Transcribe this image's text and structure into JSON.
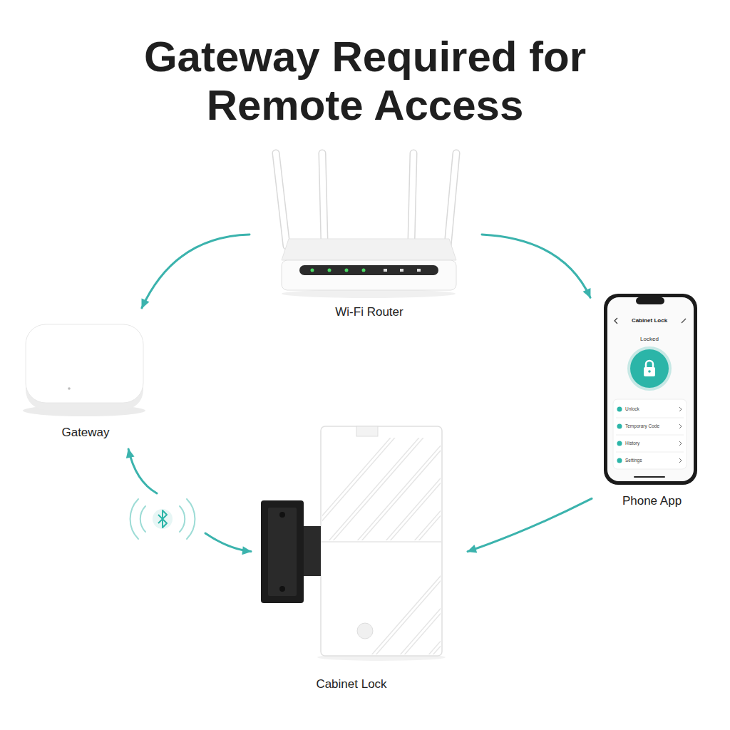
{
  "diagram": {
    "title": "Gateway Required for Remote Access",
    "nodes": [
      {
        "text": [
          "Wi-Fi Router"
        ]
      },
      {
        "text": [
          "Gateway"
        ]
      },
      {
        "text": [
          "Phone App"
        ]
      },
      {
        "text": [
          "Cabinet Lock"
        ]
      }
    ],
    "edges": [
      {
        "from": 0,
        "to": 1,
        "arrow": "to"
      },
      {
        "from": 0,
        "to": 2,
        "arrow": "to"
      },
      {
        "from": 2,
        "to": 3,
        "arrow": "to"
      },
      {
        "from": 1,
        "to": 3,
        "arrow": "both"
      }
    ],
    "labels": [
      "Cabinet Lock",
      "Locked",
      "Unlock",
      "Temporary Code",
      "History",
      "Settings"
    ]
  }
}
